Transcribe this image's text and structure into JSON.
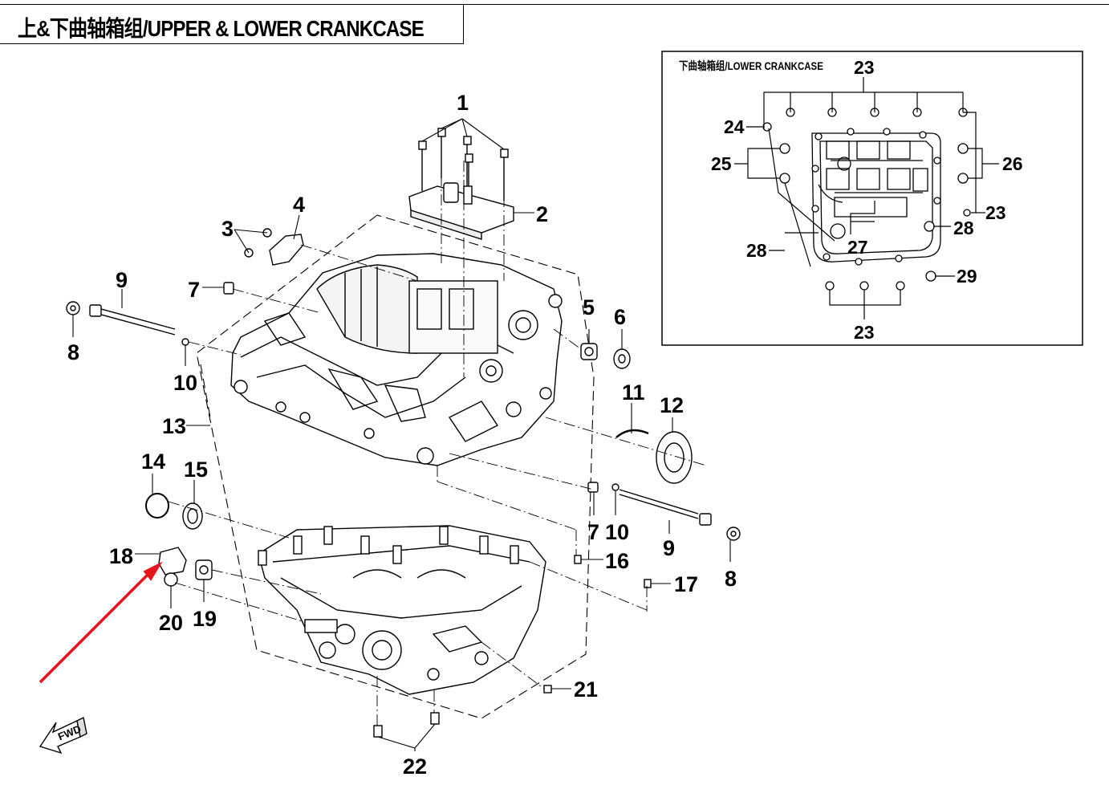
{
  "title": "上&下曲轴箱组/UPPER & LOWER CRANKCASE",
  "inset": {
    "title": "下曲轴箱组/LOWER CRANKCASE"
  },
  "fwd_label": "FWD",
  "callouts": [
    "1",
    "2",
    "3",
    "4",
    "5",
    "6",
    "7",
    "8",
    "9",
    "10",
    "11",
    "12",
    "13",
    "14",
    "15",
    "16",
    "17",
    "18",
    "19",
    "20",
    "21",
    "22"
  ],
  "callouts_repeat": [
    "7",
    "8",
    "9",
    "10"
  ],
  "inset_callouts": [
    "23",
    "24",
    "25",
    "26",
    "23",
    "28",
    "27",
    "28",
    "29",
    "23"
  ],
  "colors": {
    "line": "#000000",
    "arrow": "#e8141b",
    "background": "#ffffff"
  },
  "icons": [
    "fwd-arrow-icon",
    "pointer-arrow"
  ]
}
